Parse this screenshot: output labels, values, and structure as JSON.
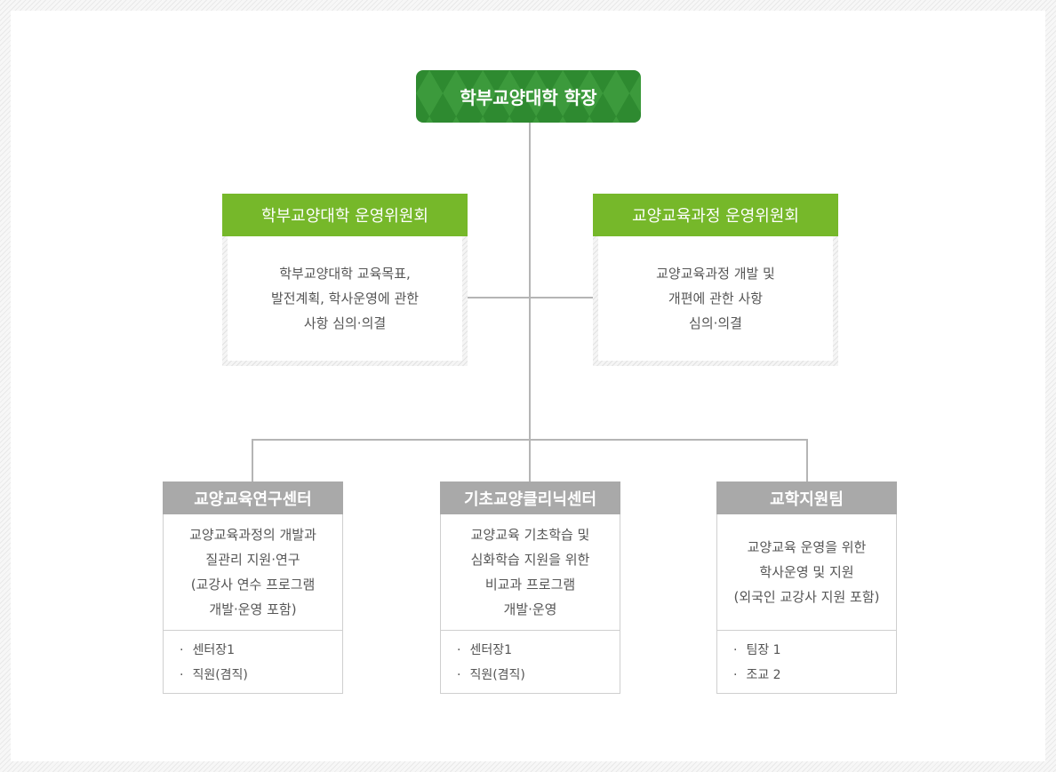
{
  "top": {
    "title": "학부교양대학 학장"
  },
  "committees": [
    {
      "title": "학부교양대학 운영위원회",
      "lines": [
        "학부교양대학 교육목표,",
        "발전계획, 학사운영에 관한",
        "사항 심의·의결"
      ]
    },
    {
      "title": "교양교육과정 운영위원회",
      "lines": [
        "교양교육과정 개발 및",
        "개편에 관한 사항",
        "심의·의결"
      ]
    }
  ],
  "units": [
    {
      "title": "교양교육연구센터",
      "lines": [
        "교양교육과정의 개발과",
        "질관리 지원·연구",
        "(교강사 연수 프로그램",
        "개발·운영 포함)"
      ],
      "staff": [
        "센터장1",
        "직원(겸직)"
      ]
    },
    {
      "title": "기초교양클리닉센터",
      "lines": [
        "교양교육 기초학습 및",
        "심화학습 지원을 위한",
        "비교과 프로그램",
        "개발·운영"
      ],
      "staff": [
        "센터장1",
        "직원(겸직)"
      ]
    },
    {
      "title": "교학지원팀",
      "lines": [
        "교양교육 운영을 위한",
        "학사운영 및 지원",
        "(외국인 교강사 지원 포함)"
      ],
      "staff": [
        "팀장 1",
        "조교 2"
      ]
    }
  ],
  "bullet": "·",
  "colors": {
    "top_green": "#3c9a3c",
    "committee_green": "#76b82a",
    "unit_gray": "#a9a9a9",
    "line_gray": "#b5b5b5"
  }
}
